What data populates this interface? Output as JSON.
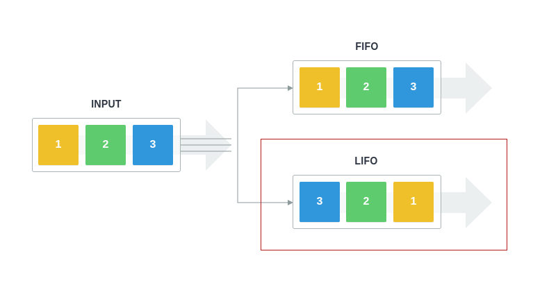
{
  "input": {
    "title": "INPUT",
    "items": [
      {
        "label": "1",
        "color": "#f0c02b"
      },
      {
        "label": "2",
        "color": "#5ecc6e"
      },
      {
        "label": "3",
        "color": "#3197dc"
      }
    ]
  },
  "fifo": {
    "title": "FIFO",
    "items": [
      {
        "label": "1",
        "color": "#f0c02b"
      },
      {
        "label": "2",
        "color": "#5ecc6e"
      },
      {
        "label": "3",
        "color": "#3197dc"
      }
    ]
  },
  "lifo": {
    "title": "LIFO",
    "items": [
      {
        "label": "3",
        "color": "#3197dc"
      },
      {
        "label": "2",
        "color": "#5ecc6e"
      },
      {
        "label": "1",
        "color": "#f0c02b"
      }
    ]
  },
  "colors": {
    "yellow": "#f0c02b",
    "green": "#5ecc6e",
    "blue": "#3197dc",
    "arrow_band": "#eceff0",
    "connector": "#8e9a9c",
    "highlight": "#b3191f",
    "title_text": "#2b3340"
  }
}
